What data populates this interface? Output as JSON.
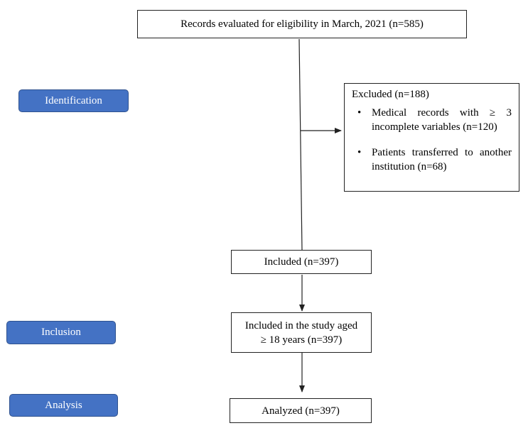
{
  "stages": {
    "identification": "Identification",
    "inclusion": "Inclusion",
    "analysis": "Analysis"
  },
  "boxes": {
    "records": "Records evaluated for eligibility in March, 2021 (n=585)",
    "excluded_title": "Excluded (n=188)",
    "excluded_items": [
      "Medical records with ≥ 3 incomplete variables (n=120)",
      "Patients transferred to another institution (n=68)"
    ],
    "included": "Included (n=397)",
    "included_aged_line1": "Included in the study aged",
    "included_aged_line2": "≥ 18 years (n=397)",
    "analyzed": "Analyzed (n=397)"
  },
  "colors": {
    "stage_fill": "#4472c4",
    "stage_border": "#2f528f",
    "box_border": "#222222"
  }
}
